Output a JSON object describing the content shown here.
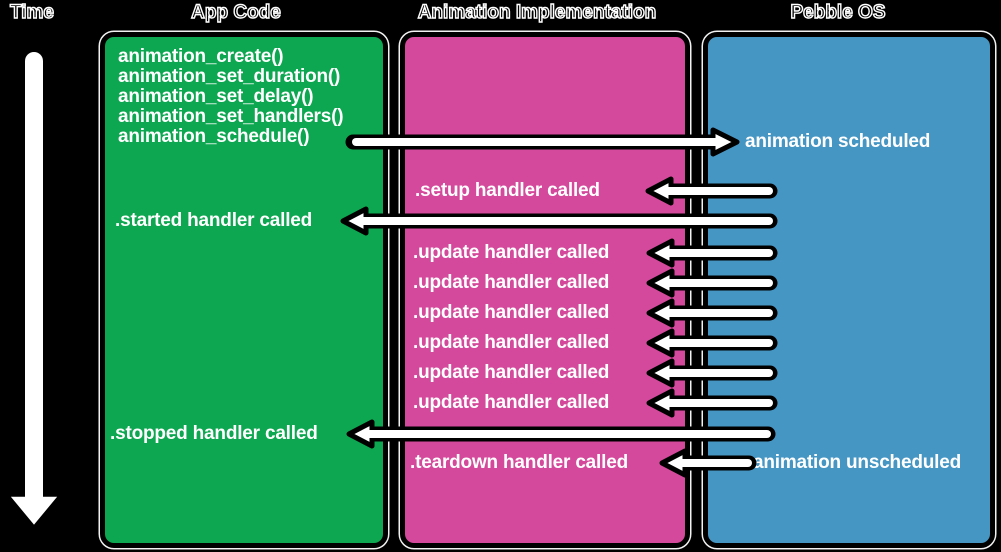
{
  "headers": {
    "time": "Time",
    "app_code": "App Code",
    "animation_implementation": "Animation Implementation",
    "pebble_os": "Pebble OS"
  },
  "colors": {
    "background": "#000000",
    "app_code_box": "#0CA750",
    "animation_implementation_box": "#D4499B",
    "pebble_os_box": "#4696C4",
    "label_text": "#FFFFFF",
    "arrow_fill": "#FFFFFF",
    "arrow_outline": "#000000"
  },
  "app_code": {
    "functions": [
      "animation_create()",
      "animation_set_duration()",
      "animation_set_delay()",
      "animation_set_handlers()",
      "animation_schedule()"
    ],
    "started_event": ".started handler called",
    "stopped_event": ".stopped handler called"
  },
  "animation_implementation": {
    "setup_event": ".setup handler called",
    "update_events": [
      ".update handler called",
      ".update handler called",
      ".update handler called",
      ".update handler called",
      ".update handler called",
      ".update handler called"
    ],
    "teardown_event": ".teardown handler called"
  },
  "pebble_os": {
    "scheduled_event": "animation scheduled",
    "unscheduled_event": "animation unscheduled"
  }
}
